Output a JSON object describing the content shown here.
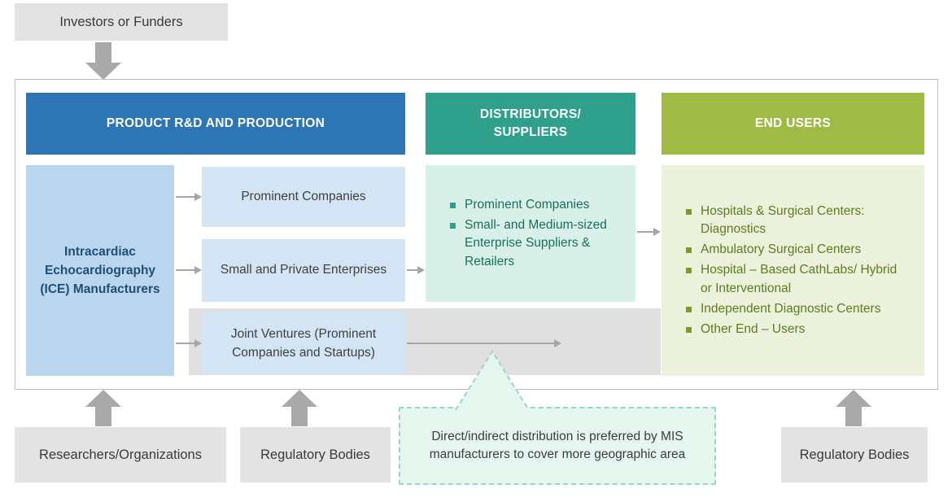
{
  "top": {
    "investors_label": "Investors or Funders"
  },
  "headers": {
    "production": "PRODUCT R&D AND PRODUCTION",
    "distributors": "DISTRIBUTORS/\nSUPPLIERS",
    "end_users": "END USERS"
  },
  "production": {
    "manufacturer_label": "Intracardiac Echocardiography (ICE) Manufacturers",
    "sub_boxes": [
      "Prominent Companies",
      "Small and Private Enterprises",
      "Joint Ventures (Prominent Companies and Startups)"
    ]
  },
  "distributors": {
    "items": [
      "Prominent Companies",
      "Small- and Medium-sized Enterprise Suppliers & Retailers"
    ]
  },
  "end_users": {
    "items": [
      "Hospitals & Surgical Centers: Diagnostics",
      "Ambulatory Surgical Centers",
      "Hospital – Based CathLabs/ Hybrid or Interventional",
      "Independent Diagnostic Centers",
      "Other End – Users"
    ]
  },
  "bottom": {
    "researchers_label": "Researchers/Organizations",
    "regulatory_left_label": "Regulatory Bodies",
    "regulatory_right_label": "Regulatory Bodies"
  },
  "callout": {
    "text": "Direct/indirect distribution is preferred by MIS manufacturers to cover more geographic area"
  },
  "colors": {
    "header_blue": "#2e75b6",
    "header_teal": "#2fa08c",
    "header_olive": "#9fbb46",
    "ice_box_blue": "#b9d6ee",
    "sub_box_blue": "#d3e5f5",
    "panel_teal": "#d9f0e9",
    "panel_olive": "#ebf1da",
    "gray_box": "#e3e3e3",
    "gray_band": "#e0e0e0",
    "arrow_gray": "#a6a6a6",
    "callout_bg": "#e5f6ef",
    "callout_border": "#9cd6c1",
    "text_blue": "#1f4e79",
    "text_teal": "#17705c",
    "text_olive": "#5d7d1f"
  }
}
